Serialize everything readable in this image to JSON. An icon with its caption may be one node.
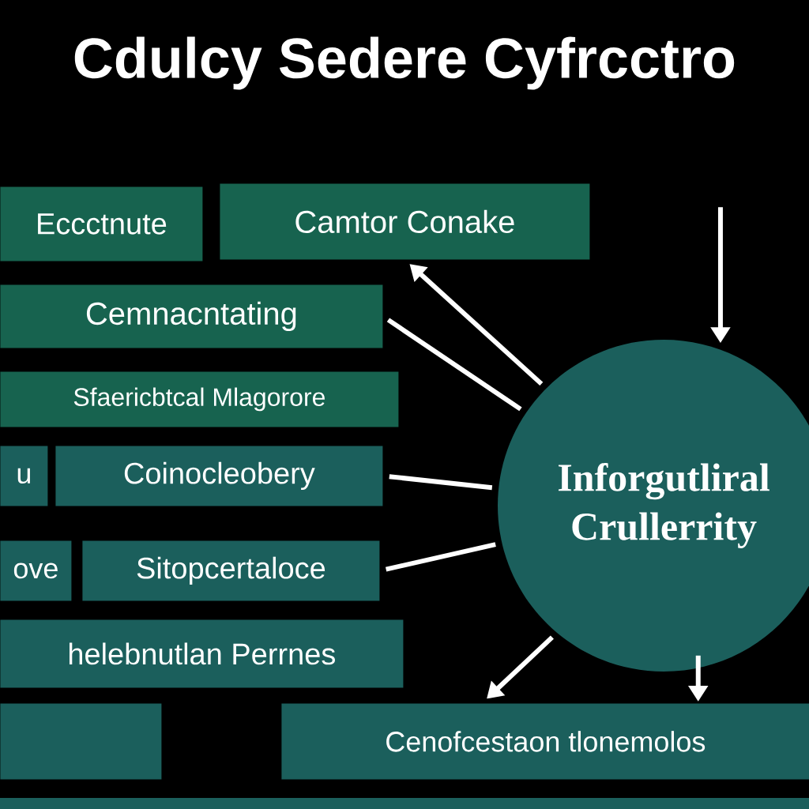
{
  "diagram": {
    "title": "Cdulcy Sedere Cyfrcctro",
    "nodes": [
      {
        "text": [
          "Eccctnute"
        ]
      },
      {
        "text": [
          "Camtor Conake"
        ]
      },
      {
        "text": [
          "Cemnacntating"
        ]
      },
      {
        "text": [
          "Sfaericbtcal Mlagorore"
        ]
      },
      {
        "text": [
          "u"
        ]
      },
      {
        "text": [
          "Coinocleobery"
        ]
      },
      {
        "text": [
          "ove"
        ]
      },
      {
        "text": [
          "Sitopcertaloce"
        ]
      },
      {
        "text": [
          "helebnutlan Perrnes"
        ]
      },
      {
        "text": [],
        "shape": "box"
      },
      {
        "text": [
          "Cenofcestaon tlonemolos"
        ]
      },
      {
        "text": [
          "Inforgutliral Crullerrity"
        ]
      }
    ],
    "edges": [
      {
        "from": null,
        "to": 11,
        "arrow": "to"
      },
      {
        "from": 11,
        "to": 1,
        "arrow": "to"
      },
      {
        "from": 2,
        "to": 11,
        "arrow": "none"
      },
      {
        "from": 5,
        "to": 11,
        "arrow": "none"
      },
      {
        "from": 7,
        "to": 11,
        "arrow": "none"
      },
      {
        "from": 11,
        "to": 10,
        "arrow": "to"
      },
      {
        "from": 11,
        "to": 10,
        "arrow": "to"
      }
    ]
  }
}
